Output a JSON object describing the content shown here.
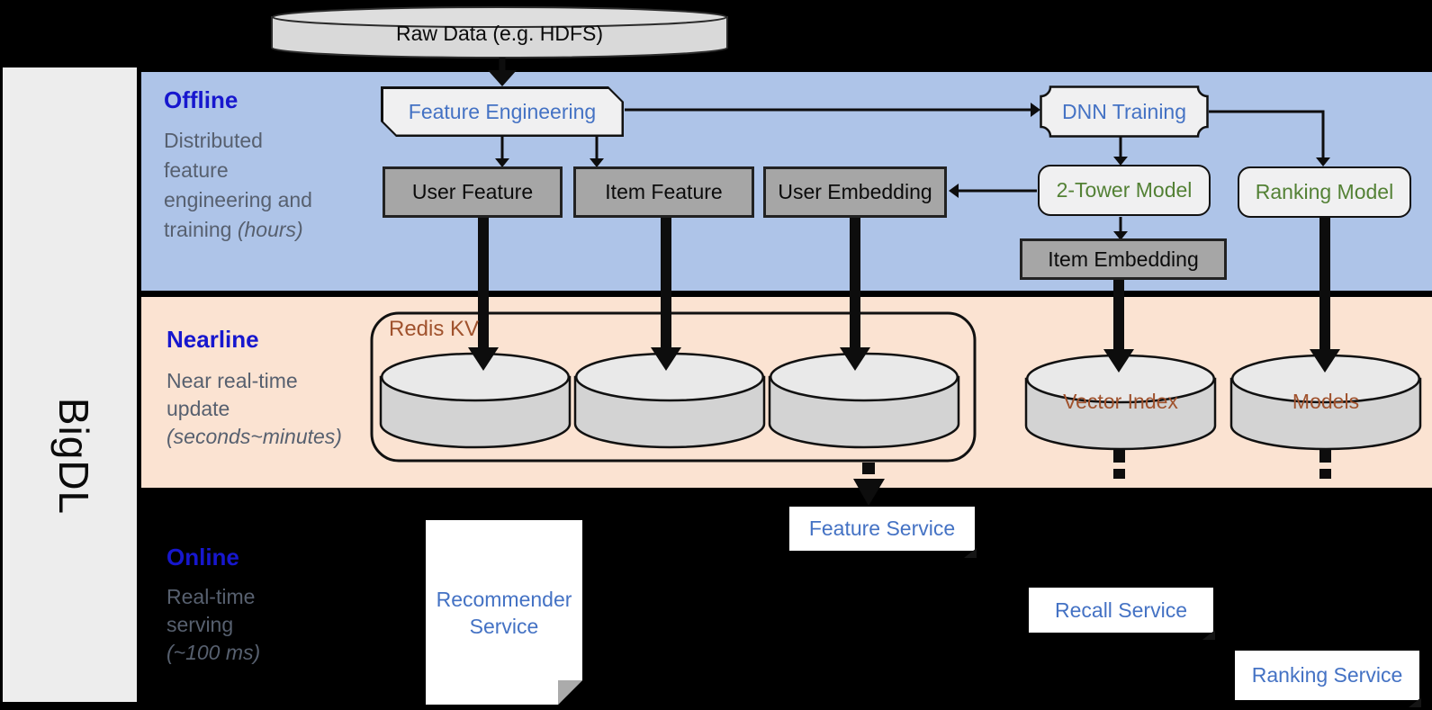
{
  "brand": "BigDL",
  "raw_data_label": "Raw Data (e.g. HDFS)",
  "bands": {
    "offline": {
      "title": "Offline",
      "lines": [
        "Distributed",
        "feature",
        "engineering and"
      ],
      "last_normal": "training ",
      "last_italic": "(hours)"
    },
    "nearline": {
      "title": "Nearline",
      "lines": [
        "Near real-time",
        "update"
      ],
      "last_normal": "",
      "last_italic": "(seconds~minutes)"
    },
    "online": {
      "title": "Online",
      "lines": [
        "Real-time",
        "serving"
      ],
      "last_normal": "",
      "last_italic": "(~100 ms)"
    }
  },
  "nodes": {
    "feature_engineering": "Feature Engineering",
    "dnn_training": "DNN Training",
    "user_feature": "User Feature",
    "item_feature": "Item Feature",
    "user_embedding": "User Embedding",
    "two_tower_model": "2-Tower Model",
    "ranking_model": "Ranking Model",
    "item_embedding": "Item Embedding",
    "redis_kv": "Redis KV",
    "vector_index": "Vector Index",
    "models": "Models",
    "recommender_service": "Recommender Service",
    "feature_service": "Feature Service",
    "recall_service": "Recall Service",
    "ranking_service": "Ranking Service"
  },
  "colors": {
    "bg": "#000000",
    "sidebar": "#EDEDED",
    "offline_band": "#AEC4E8",
    "nearline_band": "#FBE3D2",
    "node_gray": "#A6A6A6",
    "node_light": "#F0F0F1",
    "node_white": "#FFFFFF",
    "cyl_body": "#D3D3D3",
    "cyl_top": "#E9E9E9",
    "accent_blue": "#4472C4",
    "accent_green": "#538135",
    "accent_rust": "#A0522D",
    "label_blue": "#1717CE",
    "desc_gray": "#57606F"
  }
}
